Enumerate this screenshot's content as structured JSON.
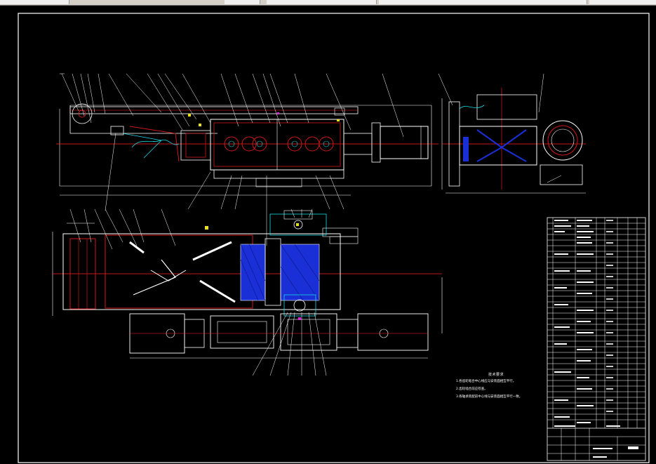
{
  "window": {
    "toolbar_icons": [
      "scroll-left-icon",
      "help-icon"
    ]
  },
  "drawing": {
    "notes_title": "技术要求",
    "notes": [
      "1.各齿轮啮合中心线应与安装面相互平行。",
      "2.齿轮啮合前应检查。",
      "3.各轴承装配前中心线与安装面相互平行一致。"
    ],
    "colors": {
      "background": "#000000",
      "frame": "#ffffff",
      "outline": "#ffffff",
      "centerline": "#ff2020",
      "parts_red": "#d01818",
      "hatch_blue": "#1a2fd6",
      "cyan": "#18d8e0",
      "yellow": "#e8e020",
      "magenta": "#e020e0"
    }
  }
}
